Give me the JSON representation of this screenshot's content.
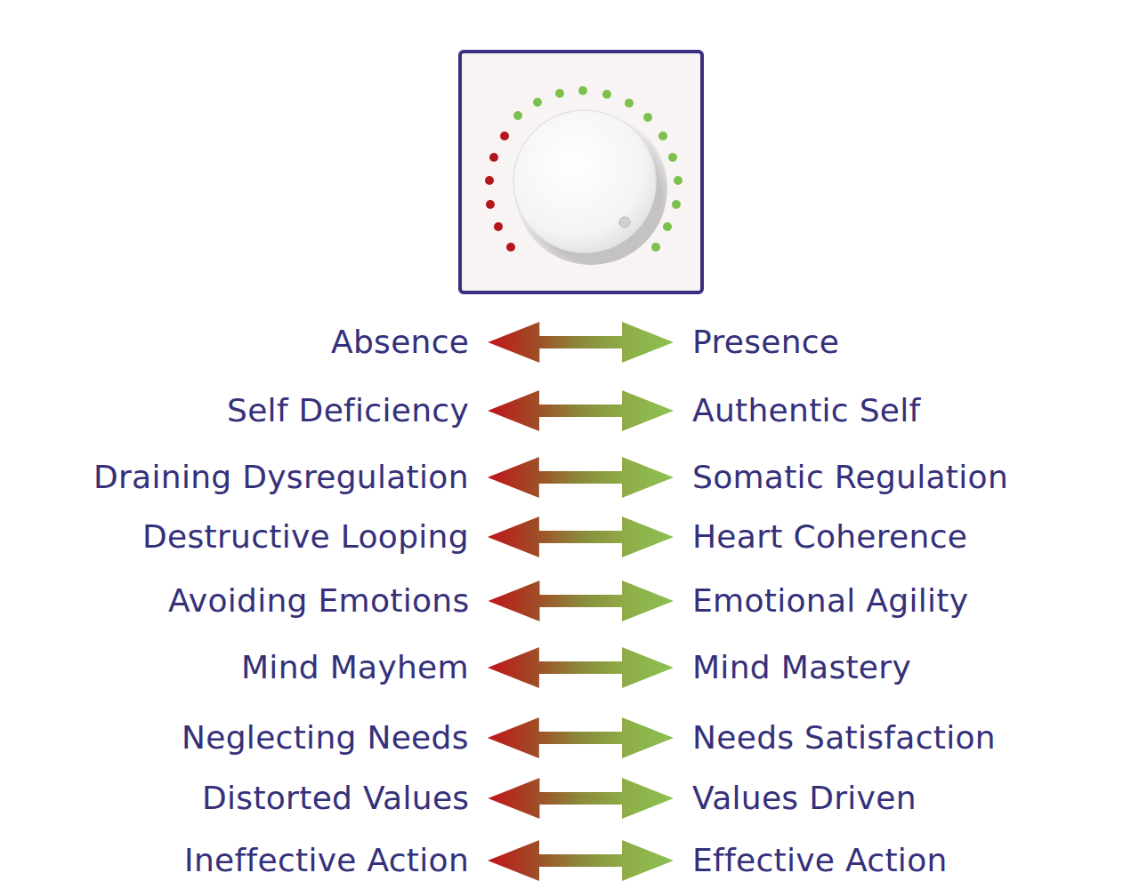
{
  "diagram": {
    "nodes": [
      {
        "text": [
          "Absence"
        ]
      },
      {
        "text": [
          "Presence"
        ]
      },
      {
        "text": [
          "Self Deficiency"
        ]
      },
      {
        "text": [
          "Authentic Self"
        ]
      },
      {
        "text": [
          "Draining Dysregulation"
        ]
      },
      {
        "text": [
          "Somatic Regulation"
        ]
      },
      {
        "text": [
          "Destructive Looping"
        ]
      },
      {
        "text": [
          "Heart Coherence"
        ]
      },
      {
        "text": [
          "Avoiding Emotions"
        ]
      },
      {
        "text": [
          "Emotional Agility"
        ]
      },
      {
        "text": [
          "Mind Mayhem"
        ]
      },
      {
        "text": [
          "Mind Mastery"
        ]
      },
      {
        "text": [
          "Neglecting Needs"
        ]
      },
      {
        "text": [
          "Needs Satisfaction"
        ]
      },
      {
        "text": [
          "Distorted Values"
        ]
      },
      {
        "text": [
          "Values Driven"
        ]
      },
      {
        "text": [
          "Ineffective Action"
        ]
      },
      {
        "text": [
          "Effective Action"
        ]
      }
    ],
    "edges": [
      {
        "from": 0,
        "to": 1,
        "arrow": "both"
      },
      {
        "from": 2,
        "to": 3,
        "arrow": "both"
      },
      {
        "from": 4,
        "to": 5,
        "arrow": "both"
      },
      {
        "from": 6,
        "to": 7,
        "arrow": "both"
      },
      {
        "from": 8,
        "to": 9,
        "arrow": "both"
      },
      {
        "from": 10,
        "to": 11,
        "arrow": "both"
      },
      {
        "from": 12,
        "to": 13,
        "arrow": "both"
      },
      {
        "from": 14,
        "to": 15,
        "arrow": "both"
      },
      {
        "from": 16,
        "to": 17,
        "arrow": "both"
      }
    ]
  }
}
